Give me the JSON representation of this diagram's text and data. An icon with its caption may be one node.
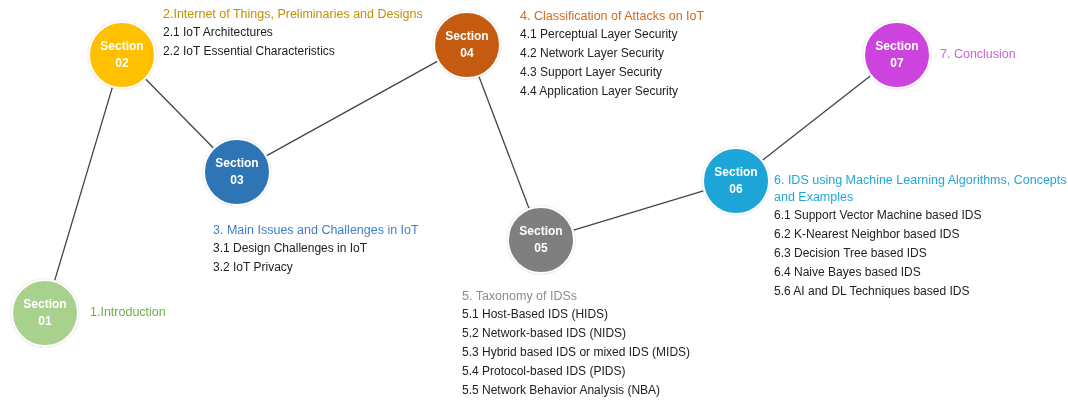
{
  "diagram": {
    "nodes": [
      {
        "text": [
          "Section 01"
        ],
        "beside": [
          "1.Introduction"
        ]
      },
      {
        "text": [
          "Section 02"
        ],
        "beside": [
          "2.Internet of Things, Preliminaries and Designs",
          "2.1 IoT Architectures",
          "2.2 IoT Essential Characteristics"
        ]
      },
      {
        "text": [
          "Section 03"
        ],
        "beside": [
          "3. Main Issues and Challenges in IoT",
          "3.1 Design Challenges in IoT",
          "3.2 IoT Privacy"
        ]
      },
      {
        "text": [
          "Section 04"
        ],
        "beside": [
          "4. Classification of Attacks on IoT",
          "4.1 Perceptual Layer Security",
          "4.2 Network Layer Security",
          "4.3 Support Layer Security",
          "4.4 Application Layer Security"
        ]
      },
      {
        "text": [
          "Section 05"
        ],
        "beside": [
          "5. Taxonomy of IDSs",
          "5.1 Host-Based IDS (HIDS)",
          "5.2 Network-based IDS (NIDS)",
          "5.3 Hybrid based IDS or mixed IDS (MIDS)",
          "5.4 Protocol-based IDS (PIDS)",
          "5.5 Network Behavior Analysis (NBA)"
        ]
      },
      {
        "text": [
          "Section 06"
        ],
        "beside": [
          "6. IDS using Machine Learning Algorithms, Concepts and Examples",
          "6.1 Support Vector Machine based IDS",
          "6.2 K-Nearest Neighbor based IDS",
          "6.3 Decision Tree based IDS",
          "6.4 Naive Bayes based IDS",
          "5.6 AI and DL Techniques based IDS"
        ]
      },
      {
        "text": [
          "Section 07"
        ],
        "beside": [
          "7. Conclusion"
        ]
      }
    ],
    "edges": [
      {
        "from": 0,
        "to": 1,
        "arrow": "none"
      },
      {
        "from": 1,
        "to": 2,
        "arrow": "none"
      },
      {
        "from": 2,
        "to": 3,
        "arrow": "none"
      },
      {
        "from": 3,
        "to": 4,
        "arrow": "none"
      },
      {
        "from": 4,
        "to": 5,
        "arrow": "none"
      },
      {
        "from": 5,
        "to": 6,
        "arrow": "none"
      }
    ]
  }
}
